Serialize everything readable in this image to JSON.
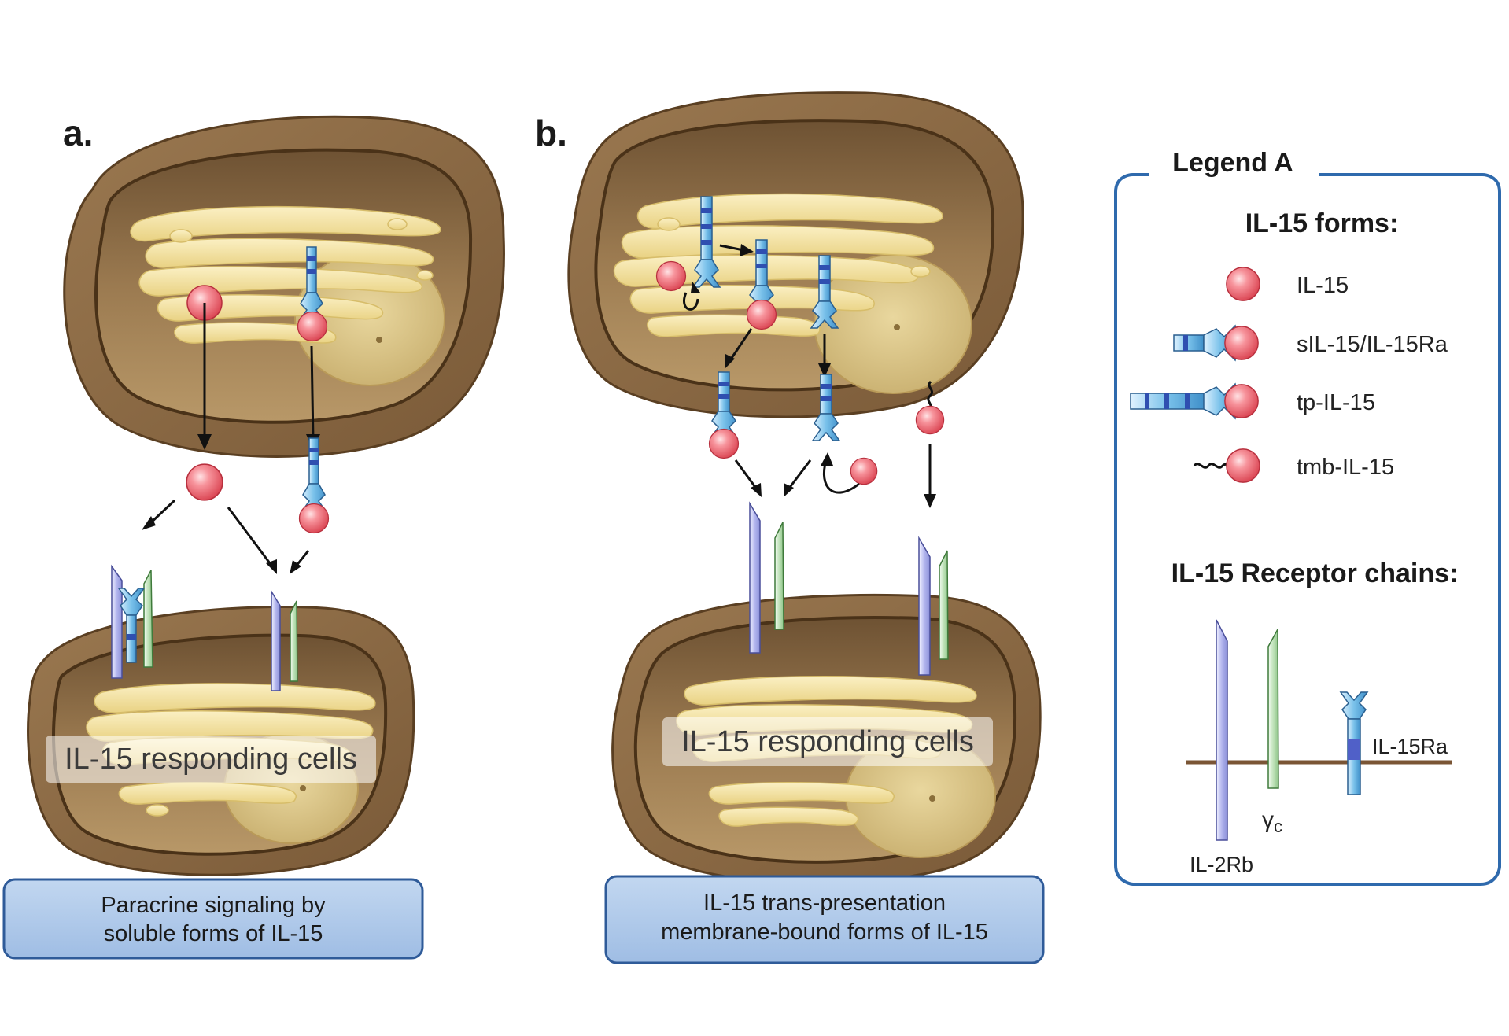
{
  "panels": {
    "a": {
      "letter": "a.",
      "responding_label": "IL-15 responding cells",
      "caption_line1": "Paracrine signaling by",
      "caption_line2": "soluble forms of IL-15"
    },
    "b": {
      "letter": "b.",
      "responding_label": "IL-15 responding cells",
      "caption_line1": "IL-15 trans-presentation",
      "caption_line2": "membrane-bound forms of IL-15"
    }
  },
  "legend": {
    "title": "Legend A",
    "forms_heading": "IL-15 forms:",
    "forms": [
      {
        "icon": "il15-sphere-icon",
        "label": "IL-15"
      },
      {
        "icon": "sil15-complex-icon",
        "label": "sIL-15/IL-15Ra"
      },
      {
        "icon": "tp-il15-icon",
        "label": "tp-IL-15"
      },
      {
        "icon": "tmb-il15-icon",
        "label": "tmb-IL-15"
      }
    ],
    "receptor_heading": "IL-15 Receptor chains:",
    "receptors": {
      "il2rb": "IL-2Rb",
      "gamma_c": "γ",
      "gamma_c_sub": "c",
      "il15ra": "IL-15Ra"
    }
  },
  "colors": {
    "cell_outer": "#8a6a44",
    "cell_inner": "#a8875c",
    "golgi": "#f3e2a2",
    "sphere": "#f06d78",
    "il2rb_chain": "#aaaee6",
    "gamma_chain": "#b4dcb0",
    "il15ra_chain": "#6fb6e0",
    "caption_box": "#aec8e8",
    "caption_border": "#2f5b99",
    "legend_border": "#2f6aad"
  }
}
